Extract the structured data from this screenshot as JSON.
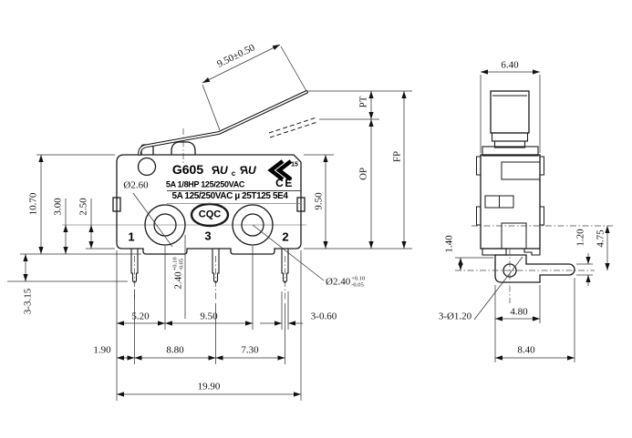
{
  "front": {
    "model": "G605",
    "rating1": "5A 1/8HP 125/250VAC",
    "rating2": "5A 125/250VAC µ 25T125 5E4",
    "cqc": "CQC",
    "ce": "CE",
    "c": "c",
    "ur_r": "R",
    "ur_u": "U",
    "en_num": "15",
    "t1": "1",
    "t2": "2",
    "t3": "3",
    "dims": {
      "lever": "9.50±0.50",
      "pt": "PT",
      "op": "OP",
      "fp": "FP",
      "h_right": "9.50",
      "h_left": "10.70",
      "d300": "3.00",
      "d250": "2.50",
      "pin_len": "3-3.15",
      "hole_dia": "Ø2.60",
      "pin_dia": "Ø2.40",
      "tol_p": "+0.10",
      "tol_m": "-0.05",
      "pin_v": "2.40",
      "r1a": "5.20",
      "r1b": "9.50",
      "r1c": "3-0.60",
      "r2a": "1.90",
      "r2b": "8.80",
      "r2c": "7.30",
      "r3": "19.90"
    }
  },
  "side": {
    "dims": {
      "w": "6.40",
      "foot": "1.40",
      "pin_t": "1.20",
      "pin_off": "4.75",
      "hole": "3-Ø1.20",
      "d480": "4.80",
      "d840": "8.40"
    }
  },
  "colors": {
    "line": "#1a1a1a",
    "dim": "#333333",
    "bg": "#ffffff"
  }
}
